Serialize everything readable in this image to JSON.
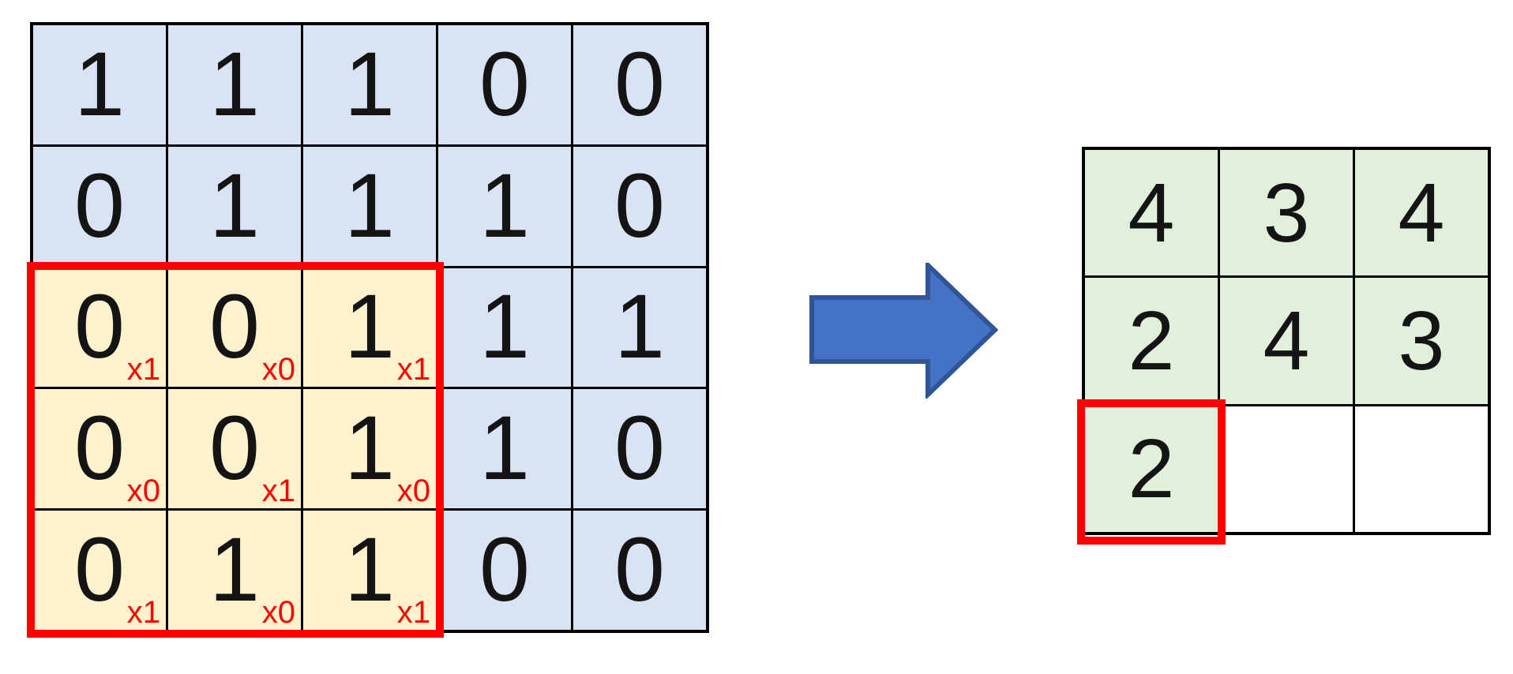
{
  "input_matrix": {
    "rows": [
      [
        "1",
        "1",
        "1",
        "0",
        "0"
      ],
      [
        "0",
        "1",
        "1",
        "1",
        "0"
      ],
      [
        "0",
        "0",
        "1",
        "1",
        "1"
      ],
      [
        "0",
        "0",
        "1",
        "1",
        "0"
      ],
      [
        "0",
        "1",
        "1",
        "0",
        "0"
      ]
    ],
    "kernel_labels": [
      [
        "x1",
        "x0",
        "x1"
      ],
      [
        "x0",
        "x1",
        "x0"
      ],
      [
        "x1",
        "x0",
        "x1"
      ]
    ]
  },
  "output_matrix": {
    "rows": [
      [
        "4",
        "3",
        "4"
      ],
      [
        "2",
        "4",
        "3"
      ],
      [
        "2",
        "",
        ""
      ]
    ]
  },
  "colors": {
    "input_cell_bg": "#dae3f3",
    "kernel_window_bg": "#fff2cc",
    "output_cell_bg": "#e2efda",
    "highlight_border": "#ff0000",
    "arrow_fill": "#4472c4",
    "arrow_stroke": "#2f5597",
    "grid_line": "#000000"
  }
}
